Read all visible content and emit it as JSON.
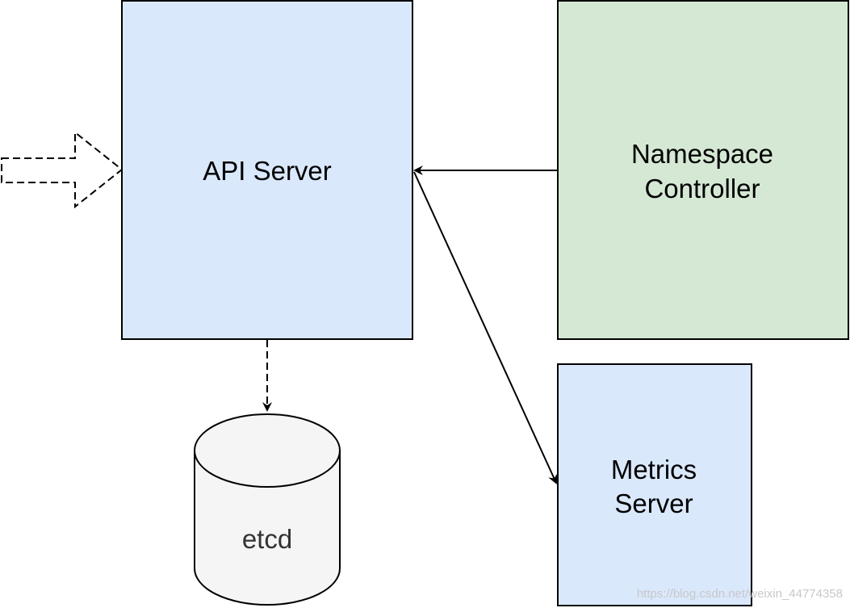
{
  "nodes": {
    "api_server": {
      "label": "API Server"
    },
    "namespace_controller": {
      "label_line1": "Namespace",
      "label_line2": "Controller"
    },
    "metrics_server": {
      "label_line1": "Metrics",
      "label_line2": "Server"
    },
    "etcd": {
      "label": "etcd"
    }
  },
  "colors": {
    "api_server_fill": "#dae8fc",
    "namespace_controller_fill": "#d5e8d4",
    "metrics_server_fill": "#dae8fc",
    "etcd_fill": "#f5f5f5",
    "stroke": "#000000"
  },
  "watermark": {
    "text": "https://blog.csdn.net/weixin_44774358"
  }
}
